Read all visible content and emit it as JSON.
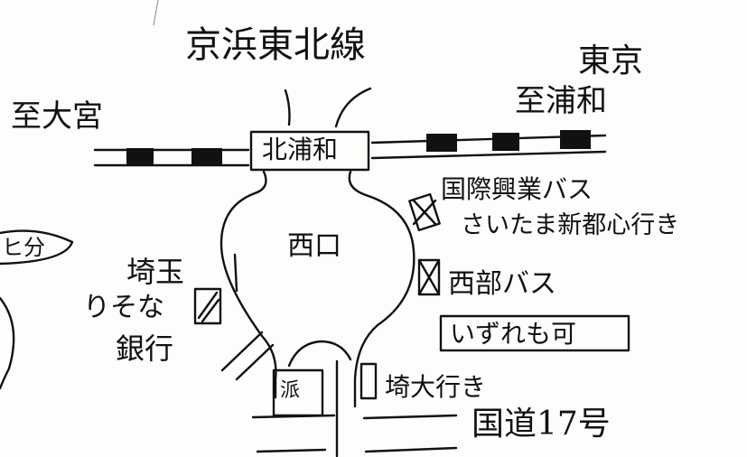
{
  "map": {
    "line_name": "京浜東北線",
    "direction_tokyo_line1": "東京",
    "direction_tokyo_line2": "至浦和",
    "direction_omiya": "至大宮",
    "station_name": "北浦和",
    "west_exit": "西口",
    "bus_kokusai_line1": "国際興業バス",
    "bus_kokusai_line2": "さいたま新都心行き",
    "bank_line1": "埼玉",
    "bank_line2": "りそな",
    "bank_line3": "銀行",
    "bus_seibu": "西部バス",
    "either_ok": "いずれも可",
    "saidai_bound": "埼大行き",
    "route_17": "国道17号",
    "walk_time_partial": "ヒ分",
    "kouban_mark": "派"
  },
  "colors": {
    "ink": "#111111",
    "paper": "#fdfdfb"
  },
  "icons": [
    "bus-stop-icon",
    "bank-icon",
    "police-box-icon"
  ]
}
